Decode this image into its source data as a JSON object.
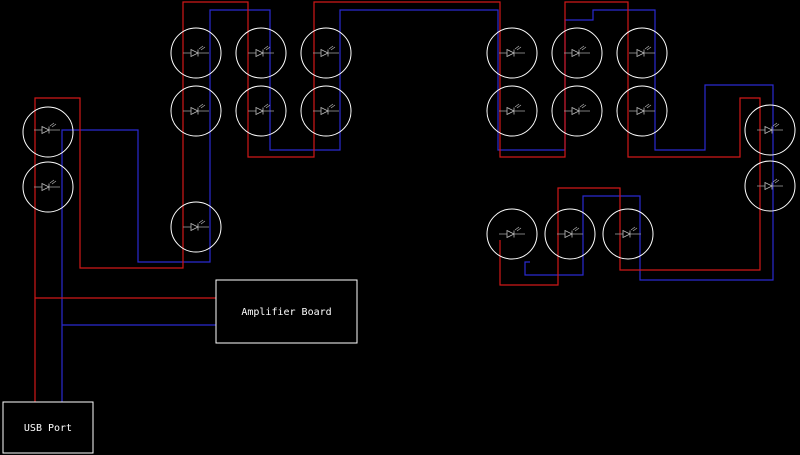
{
  "diagram": {
    "background_color": "#000000",
    "positive_wire_color": "#d01818",
    "negative_wire_color": "#2a2ad0",
    "component_color": "#ffffff",
    "led_symbol": "led-diode-icon",
    "boxes": {
      "amplifier": {
        "label": "Amplifier Board"
      },
      "usb": {
        "label": "USB Port"
      }
    },
    "led_count": 20
  }
}
